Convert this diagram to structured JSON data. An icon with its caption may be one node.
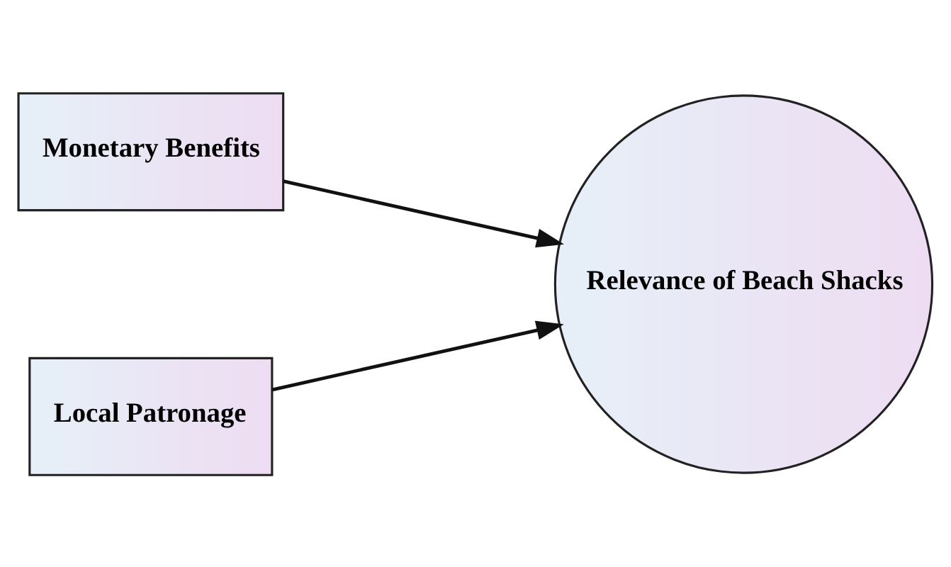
{
  "diagram": {
    "nodes": [
      {
        "text": [
          "Monetary Benefits"
        ]
      },
      {
        "text": [
          "Local Patronage"
        ]
      },
      {
        "text": [
          "Relevance of Beach Shacks"
        ]
      }
    ],
    "edges": [
      {
        "from": 0,
        "to": 2,
        "arrow": "to"
      },
      {
        "from": 1,
        "to": 2,
        "arrow": "to"
      }
    ]
  }
}
